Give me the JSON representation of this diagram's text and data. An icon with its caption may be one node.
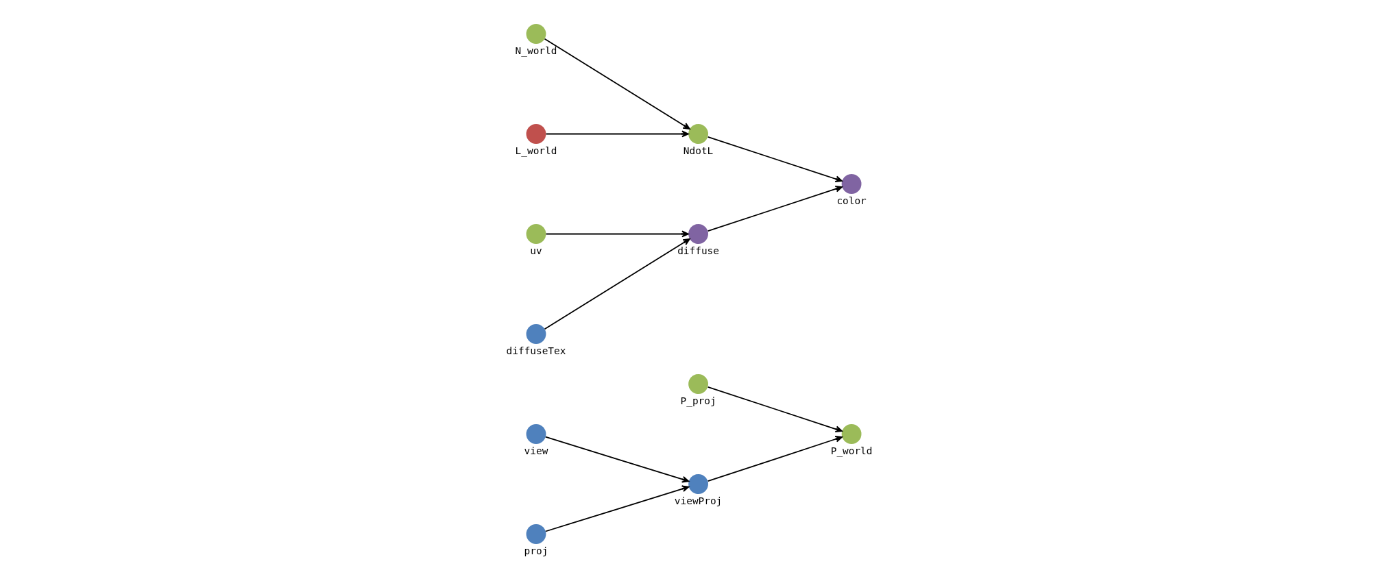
{
  "diagram": {
    "nodes": [
      {
        "text": [],
        "shape": "circle",
        "beside": [
          "P_proj"
        ]
      },
      {
        "text": [],
        "shape": "circle",
        "beside": [
          "view"
        ]
      },
      {
        "text": [],
        "shape": "circle",
        "beside": [
          "viewProj"
        ]
      },
      {
        "text": [],
        "shape": "circle",
        "beside": [
          "P_world"
        ]
      },
      {
        "text": [],
        "shape": "circle",
        "beside": [
          "proj"
        ]
      },
      {
        "text": [],
        "shape": "circle",
        "beside": [
          "N_world"
        ]
      },
      {
        "text": [],
        "shape": "circle",
        "beside": [
          "L_world"
        ]
      },
      {
        "text": [],
        "shape": "circle",
        "beside": [
          "NdotL"
        ]
      },
      {
        "text": [],
        "shape": "circle",
        "beside": [
          "color"
        ]
      },
      {
        "text": [],
        "shape": "circle",
        "beside": [
          "uv"
        ]
      },
      {
        "text": [],
        "shape": "circle",
        "beside": [
          "diffuseTex"
        ]
      },
      {
        "text": [],
        "shape": "circle",
        "beside": [
          "diffuse"
        ]
      }
    ],
    "edges": [
      {
        "from": 1,
        "to": 2,
        "arrow": "to"
      },
      {
        "from": 4,
        "to": 2,
        "arrow": "to"
      },
      {
        "from": 2,
        "to": 3,
        "arrow": "to"
      },
      {
        "from": 0,
        "to": 3,
        "arrow": "to"
      },
      {
        "from": 5,
        "to": 7,
        "arrow": "to"
      },
      {
        "from": 6,
        "to": 7,
        "arrow": "to"
      },
      {
        "from": 7,
        "to": 8,
        "arrow": "to"
      },
      {
        "from": 9,
        "to": 11,
        "arrow": "to"
      },
      {
        "from": 10,
        "to": 11,
        "arrow": "to"
      },
      {
        "from": 11,
        "to": 8,
        "arrow": "to"
      }
    ]
  }
}
